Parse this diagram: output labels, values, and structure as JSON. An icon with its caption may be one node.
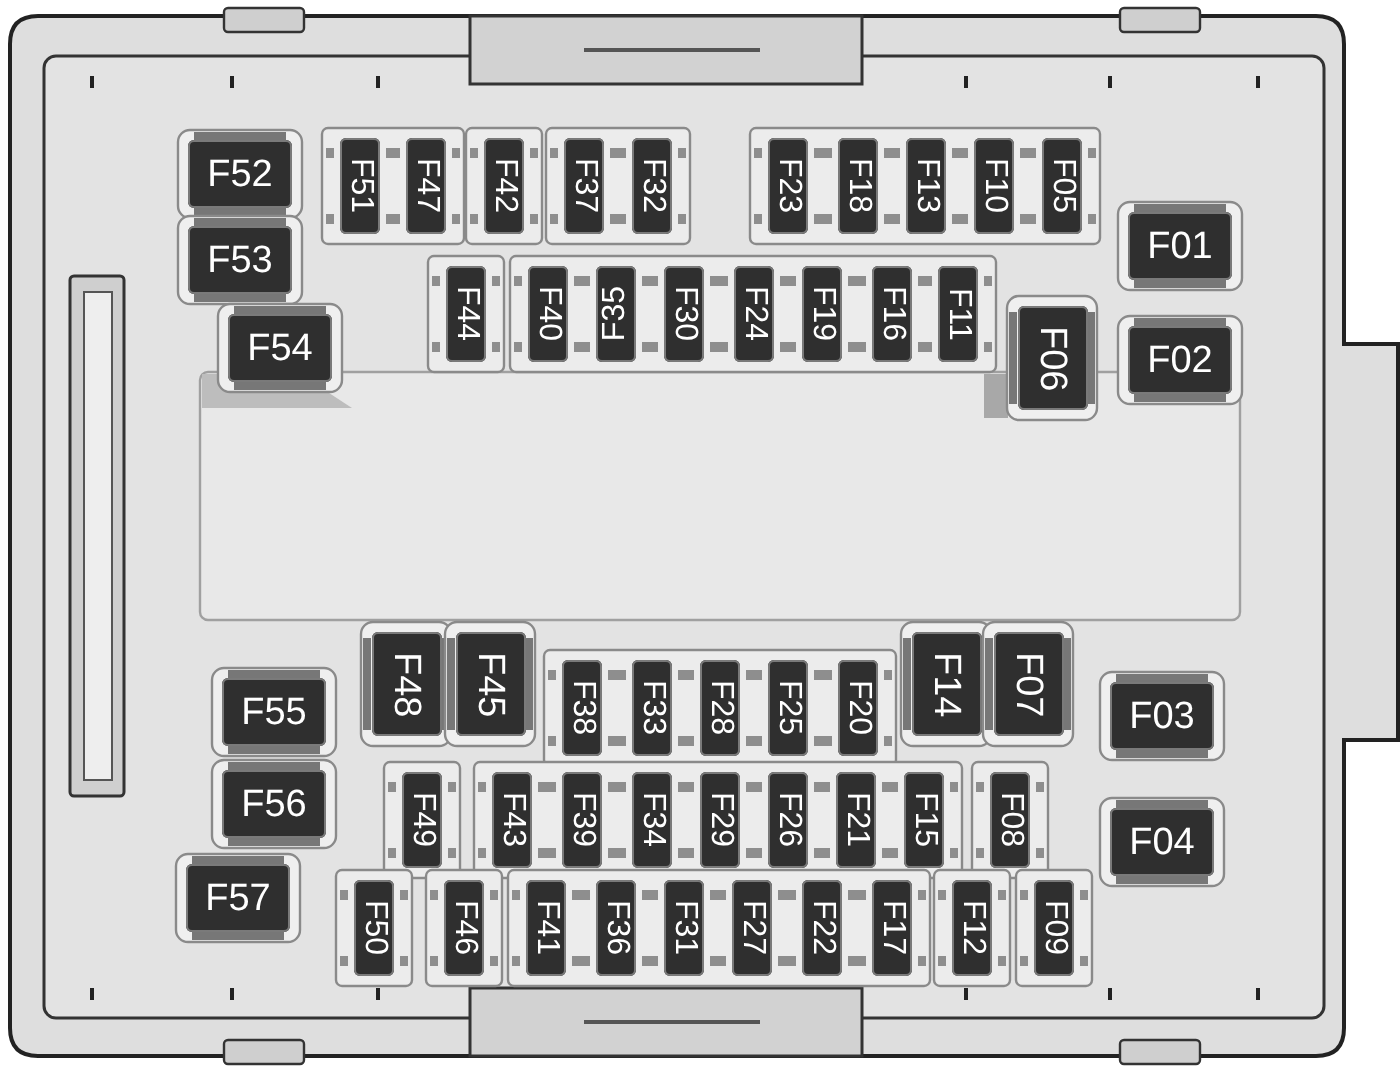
{
  "diagram": {
    "nodes": [
      {
        "text": [
          "F52"
        ]
      },
      {
        "text": [
          "F51"
        ]
      },
      {
        "text": [
          "F47"
        ]
      },
      {
        "text": [
          "F42"
        ]
      },
      {
        "text": [
          "F37"
        ]
      },
      {
        "text": [
          "F32"
        ]
      },
      {
        "text": [
          "F23"
        ]
      },
      {
        "text": [
          "F18"
        ]
      },
      {
        "text": [
          "F13"
        ]
      },
      {
        "text": [
          "F10"
        ]
      },
      {
        "text": [
          "F05"
        ]
      },
      {
        "text": [
          "F01"
        ]
      },
      {
        "text": [
          "F53"
        ]
      },
      {
        "text": [
          "F44"
        ]
      },
      {
        "text": [
          "F40"
        ]
      },
      {
        "text": [
          "F35"
        ]
      },
      {
        "text": [
          "F30"
        ]
      },
      {
        "text": [
          "F24"
        ]
      },
      {
        "text": [
          "F19"
        ]
      },
      {
        "text": [
          "F16"
        ]
      },
      {
        "text": [
          "F11"
        ]
      },
      {
        "text": [
          "F54"
        ]
      },
      {
        "text": [
          "F06"
        ]
      },
      {
        "text": [
          "F02"
        ]
      },
      {
        "text": [
          "F48"
        ]
      },
      {
        "text": [
          "F45"
        ]
      },
      {
        "text": [
          "F38"
        ]
      },
      {
        "text": [
          "F33"
        ]
      },
      {
        "text": [
          "F28"
        ]
      },
      {
        "text": [
          "F25"
        ]
      },
      {
        "text": [
          "F20"
        ]
      },
      {
        "text": [
          "F14"
        ]
      },
      {
        "text": [
          "F07"
        ]
      },
      {
        "text": [
          "F55"
        ]
      },
      {
        "text": [
          "F03"
        ]
      },
      {
        "text": [
          "F56"
        ]
      },
      {
        "text": [
          "F49"
        ]
      },
      {
        "text": [
          "F43"
        ]
      },
      {
        "text": [
          "F39"
        ]
      },
      {
        "text": [
          "F34"
        ]
      },
      {
        "text": [
          "F29"
        ]
      },
      {
        "text": [
          "F26"
        ]
      },
      {
        "text": [
          "F21"
        ]
      },
      {
        "text": [
          "F15"
        ]
      },
      {
        "text": [
          "F08"
        ]
      },
      {
        "text": [
          "F04"
        ]
      },
      {
        "text": [
          "F57"
        ]
      },
      {
        "text": [
          "F50"
        ]
      },
      {
        "text": [
          "F46"
        ]
      },
      {
        "text": [
          "F41"
        ]
      },
      {
        "text": [
          "F36"
        ]
      },
      {
        "text": [
          "F31"
        ]
      },
      {
        "text": [
          "F27"
        ]
      },
      {
        "text": [
          "F22"
        ]
      },
      {
        "text": [
          "F17"
        ]
      },
      {
        "text": [
          "F12"
        ]
      },
      {
        "text": [
          "F09"
        ]
      }
    ]
  }
}
